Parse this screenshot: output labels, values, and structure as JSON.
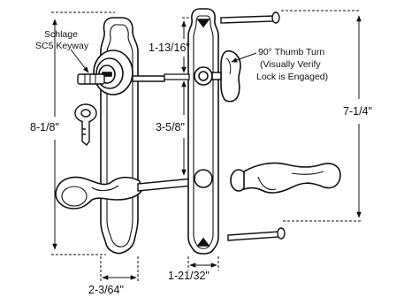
{
  "labels": {
    "keyway_line1": "Schlage",
    "keyway_line2": "SC5 Keyway",
    "thumb_line1": "90° Thumb Turn",
    "thumb_line2": "(Visually Verify",
    "thumb_line3": "Lock is Engaged)"
  },
  "dimensions": {
    "left_height": "8-1/8\"",
    "right_height": "7-1/4\"",
    "cylinder_offset": "1-13/16\"",
    "center_to_center": "3-5/8\"",
    "left_plate_width": "2-3/64\"",
    "right_plate_width": "1-21/32\""
  }
}
